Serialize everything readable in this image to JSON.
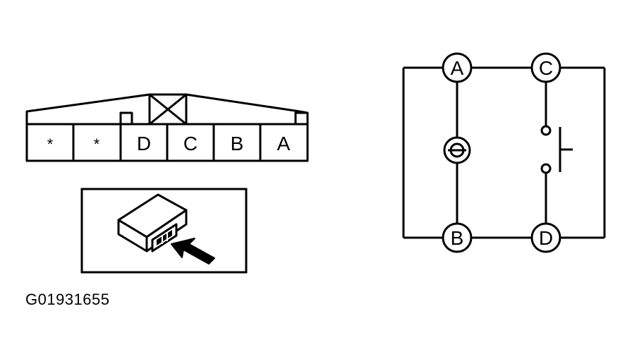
{
  "connector": {
    "cavities": [
      "*",
      "*",
      "D",
      "C",
      "B",
      "A"
    ]
  },
  "circuit": {
    "terminals": {
      "a": "A",
      "b": "B",
      "c": "C",
      "d": "D"
    }
  },
  "figure_code": "G01931655"
}
